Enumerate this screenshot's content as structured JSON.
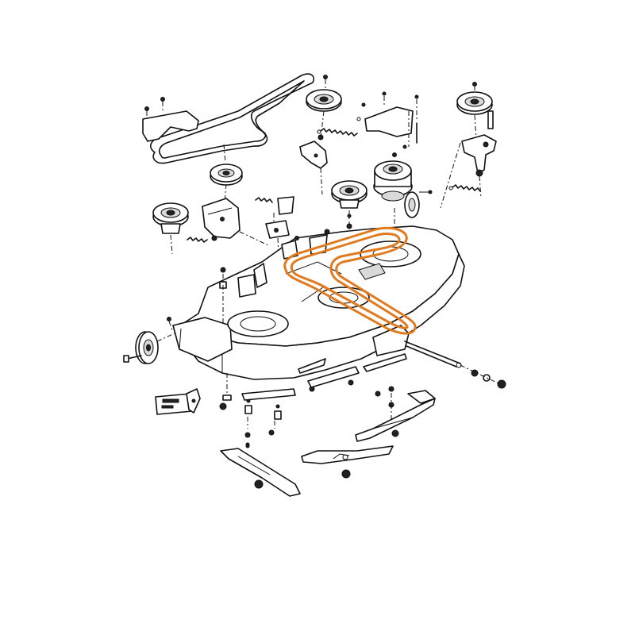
{
  "diagram": {
    "highlight_color": "#e07a1f",
    "line_color": "#111111",
    "parts": [
      "deck-housing",
      "drive-belt",
      "deck-belt-highlighted",
      "spindle-pulleys",
      "idler-pulleys",
      "tension-springs",
      "idler-brackets",
      "belt-guard",
      "gauge-wheels",
      "mower-blades",
      "hardware-nuts-bolts",
      "decal",
      "baffles"
    ]
  }
}
